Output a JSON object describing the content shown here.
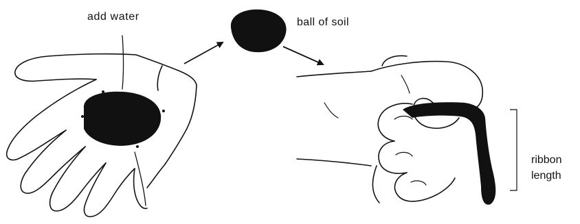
{
  "labels": {
    "add_water": "add water",
    "ball_of_soil": "ball of soil",
    "ribbon_line1": "ribbon",
    "ribbon_line2": "length"
  },
  "colors": {
    "ink": "#111111",
    "background": "#ffffff"
  },
  "icons": {
    "left_figure": "open-hand-holding-soil-icon",
    "middle_figure": "soil-ball-icon",
    "right_figure": "hand-squeezing-soil-ribbon-icon"
  }
}
